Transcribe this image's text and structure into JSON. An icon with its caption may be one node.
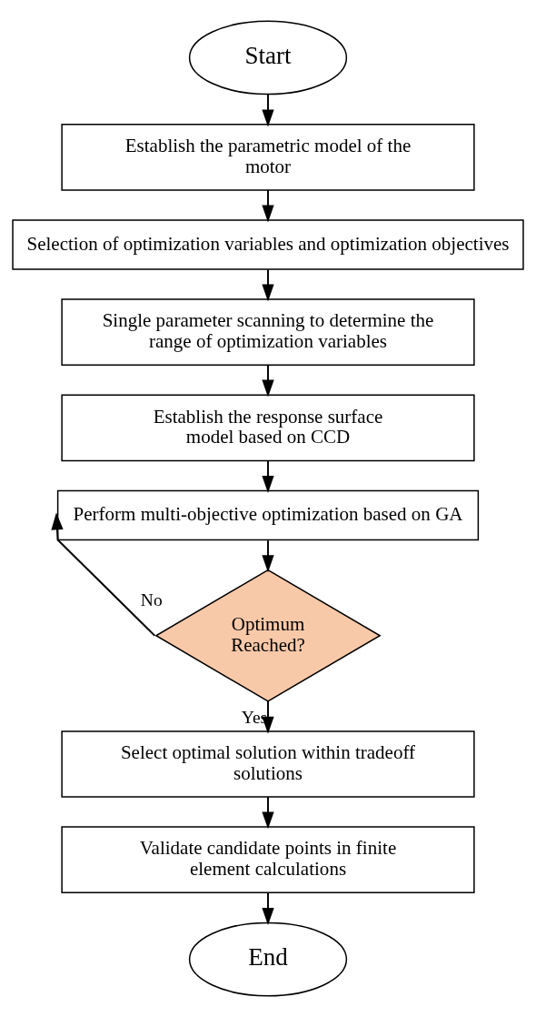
{
  "diagram": {
    "nodes": [
      {
        "text": [
          "Start"
        ]
      },
      {
        "text": [
          "Establish the parametric model of the motor"
        ]
      },
      {
        "text": [
          "Selection of optimization variables and optimization objectives"
        ]
      },
      {
        "text": [
          "Single parameter scanning to determine the range of optimization variables"
        ]
      },
      {
        "text": [
          "Establish the response surface model based on CCD"
        ]
      },
      {
        "text": [
          "Perform multi-objective optimization based on GA"
        ]
      },
      {
        "text": [
          "Optimum Reached?"
        ]
      },
      {
        "text": [
          "Select optimal solution within tradeoff solutions"
        ]
      },
      {
        "text": [
          "Validate candidate points in finite element calculations"
        ]
      },
      {
        "text": [
          "End"
        ]
      }
    ],
    "edges": [
      {
        "from": 0,
        "to": 1,
        "arrow": "to"
      },
      {
        "from": 1,
        "to": 2,
        "arrow": "to"
      },
      {
        "from": 2,
        "to": 3,
        "arrow": "to"
      },
      {
        "from": 3,
        "to": 4,
        "arrow": "to"
      },
      {
        "from": 4,
        "to": 5,
        "arrow": "to"
      },
      {
        "from": 5,
        "to": 6,
        "arrow": "to"
      },
      {
        "from": 6,
        "to": 5,
        "arrow": "to",
        "label": "No"
      },
      {
        "from": 6,
        "to": 7,
        "arrow": "to",
        "label": "Yes"
      },
      {
        "from": 7,
        "to": 8,
        "arrow": "to"
      },
      {
        "from": 8,
        "to": 9,
        "arrow": "to"
      }
    ]
  }
}
